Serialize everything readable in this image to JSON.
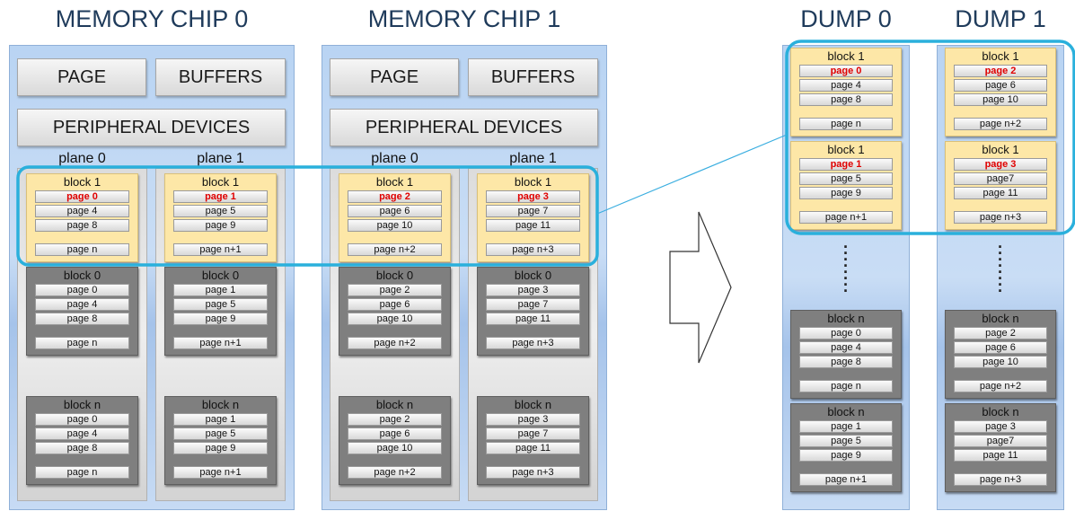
{
  "chips": [
    {
      "title": "MEMORY CHIP 0",
      "page_label": "PAGE",
      "buffers_label": "BUFFERS",
      "peripheral_label": "PERIPHERAL DEVICES",
      "planes": [
        {
          "label": "plane 0",
          "blocks": [
            {
              "title": "block 1",
              "kind": "highlight",
              "pages": [
                {
                  "t": "page 0",
                  "red": true
                },
                {
                  "t": "page 4"
                },
                {
                  "t": "page 8"
                }
              ],
              "last": "page n"
            },
            {
              "title": "block 0",
              "kind": "normal",
              "pages": [
                {
                  "t": "page 0"
                },
                {
                  "t": "page 4"
                },
                {
                  "t": "page 8"
                }
              ],
              "last": "page n"
            },
            {
              "title": "block n",
              "kind": "normal",
              "pages": [
                {
                  "t": "page 0"
                },
                {
                  "t": "page 4"
                },
                {
                  "t": "page 8"
                }
              ],
              "last": "page n"
            }
          ]
        },
        {
          "label": "plane 1",
          "blocks": [
            {
              "title": "block 1",
              "kind": "highlight",
              "pages": [
                {
                  "t": "page 1",
                  "red": true
                },
                {
                  "t": "page 5"
                },
                {
                  "t": "page 9"
                }
              ],
              "last": "page n+1"
            },
            {
              "title": "block 0",
              "kind": "normal",
              "pages": [
                {
                  "t": "page 1"
                },
                {
                  "t": "page 5"
                },
                {
                  "t": "page 9"
                }
              ],
              "last": "page n+1"
            },
            {
              "title": "block n",
              "kind": "normal",
              "pages": [
                {
                  "t": "page 1"
                },
                {
                  "t": "page 5"
                },
                {
                  "t": "page 9"
                }
              ],
              "last": "page n+1"
            }
          ]
        }
      ]
    },
    {
      "title": "MEMORY CHIP 1",
      "page_label": "PAGE",
      "buffers_label": "BUFFERS",
      "peripheral_label": "PERIPHERAL DEVICES",
      "planes": [
        {
          "label": "plane 0",
          "blocks": [
            {
              "title": "block 1",
              "kind": "highlight",
              "pages": [
                {
                  "t": "page 2",
                  "red": true
                },
                {
                  "t": "page 6"
                },
                {
                  "t": "page 10"
                }
              ],
              "last": "page n+2"
            },
            {
              "title": "block 0",
              "kind": "normal",
              "pages": [
                {
                  "t": "page 2"
                },
                {
                  "t": "page 6"
                },
                {
                  "t": "page 10"
                }
              ],
              "last": "page n+2"
            },
            {
              "title": "block n",
              "kind": "normal",
              "pages": [
                {
                  "t": "page 2"
                },
                {
                  "t": "page 6"
                },
                {
                  "t": "page 10"
                }
              ],
              "last": "page n+2"
            }
          ]
        },
        {
          "label": "plane 1",
          "blocks": [
            {
              "title": "block 1",
              "kind": "highlight",
              "pages": [
                {
                  "t": "page 3",
                  "red": true
                },
                {
                  "t": "page 7"
                },
                {
                  "t": "page 11"
                }
              ],
              "last": "page n+3"
            },
            {
              "title": "block 0",
              "kind": "normal",
              "pages": [
                {
                  "t": "page 3"
                },
                {
                  "t": "page 7"
                },
                {
                  "t": "page 11"
                }
              ],
              "last": "page n+3"
            },
            {
              "title": "block n",
              "kind": "normal",
              "pages": [
                {
                  "t": "page 3"
                },
                {
                  "t": "page 7"
                },
                {
                  "t": "page 11"
                }
              ],
              "last": "page n+3"
            }
          ]
        }
      ]
    }
  ],
  "dumps": [
    {
      "title": "DUMP 0",
      "blocks": [
        {
          "title": "block 1",
          "kind": "highlight",
          "pages": [
            {
              "t": "page 0",
              "red": true
            },
            {
              "t": "page 4"
            },
            {
              "t": "page 8"
            }
          ],
          "last": "page n"
        },
        {
          "title": "block 1",
          "kind": "highlight",
          "pages": [
            {
              "t": "page 1",
              "red": true
            },
            {
              "t": "page 5"
            },
            {
              "t": "page 9"
            }
          ],
          "last": "page n+1"
        },
        {
          "title": "block n",
          "kind": "normal",
          "pages": [
            {
              "t": "page 0"
            },
            {
              "t": "page 4"
            },
            {
              "t": "page 8"
            }
          ],
          "last": "page n"
        },
        {
          "title": "block n",
          "kind": "normal",
          "pages": [
            {
              "t": "page 1"
            },
            {
              "t": "page 5"
            },
            {
              "t": "page 9"
            }
          ],
          "last": "page n+1"
        }
      ]
    },
    {
      "title": "DUMP 1",
      "blocks": [
        {
          "title": "block 1",
          "kind": "highlight",
          "pages": [
            {
              "t": "page 2",
              "red": true
            },
            {
              "t": "page 6"
            },
            {
              "t": "page 10"
            }
          ],
          "last": "page n+2"
        },
        {
          "title": "block 1",
          "kind": "highlight",
          "pages": [
            {
              "t": "page 3",
              "red": true
            },
            {
              "t": "page7"
            },
            {
              "t": "page 11"
            }
          ],
          "last": "page n+3"
        },
        {
          "title": "block n",
          "kind": "normal",
          "pages": [
            {
              "t": "page 2"
            },
            {
              "t": "page 6"
            },
            {
              "t": "page 10"
            }
          ],
          "last": "page n+2"
        },
        {
          "title": "block n",
          "kind": "normal",
          "pages": [
            {
              "t": "page 3"
            },
            {
              "t": "page7"
            },
            {
              "t": "page 11"
            }
          ],
          "last": "page n+3"
        }
      ]
    }
  ],
  "colors": {
    "highlight_outline": "#2ab0dc",
    "connector_line": "#3aaee0",
    "red_page": "#e00000"
  },
  "icons": {
    "arrow": "right-arrow-outline-icon",
    "ellipsis": "vertical-dots-icon"
  }
}
